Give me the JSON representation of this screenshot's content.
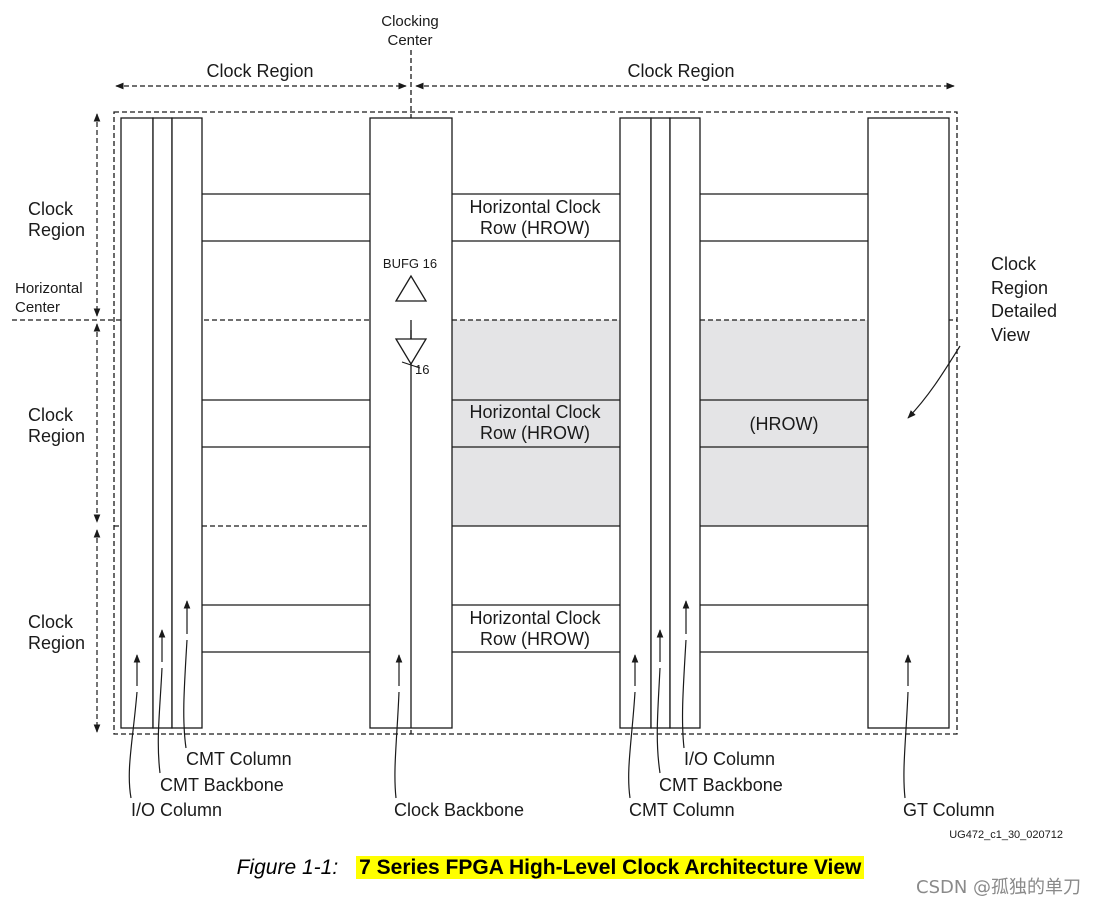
{
  "clocking_center": [
    "Clocking",
    "Center"
  ],
  "clock_region_left": "Clock Region",
  "clock_region_right": "Clock Region",
  "side_region_labels": [
    [
      "Clock",
      "Region"
    ],
    [
      "Clock",
      "Region"
    ],
    [
      "Clock",
      "Region"
    ]
  ],
  "horizontal_center": [
    "Horizontal",
    "Center"
  ],
  "hrow_labels": [
    [
      "Horizontal Clock",
      "Row (HROW)"
    ],
    [
      "Horizontal Clock",
      "Row (HROW)"
    ],
    [
      "Horizontal Clock",
      "Row (HROW)"
    ]
  ],
  "hrow_short": "(HROW)",
  "bufg_label": "BUFG 16",
  "bufg_out": "16",
  "detailed_view": [
    "Clock",
    "Region",
    "Detailed",
    "View"
  ],
  "bottom_labels": {
    "cmt_column_left": "CMT Column",
    "cmt_backbone_left": "CMT Backbone",
    "io_column_left": "I/O Column",
    "clock_backbone": "Clock Backbone",
    "io_column_right": "I/O Column",
    "cmt_backbone_right": "CMT Backbone",
    "cmt_column_right": "CMT Column",
    "gt_column": "GT Column"
  },
  "doc_id": "UG472_c1_30_020712",
  "figure_number": "Figure 1-1:",
  "figure_title": "7 Series FPGA High-Level Clock Architecture View",
  "watermark": "CSDN @孤独的单刀",
  "colors": {
    "highlight_fill": "#e4e4e6",
    "caption_highlight": "#ffff00",
    "line": "#1a1a1a"
  }
}
